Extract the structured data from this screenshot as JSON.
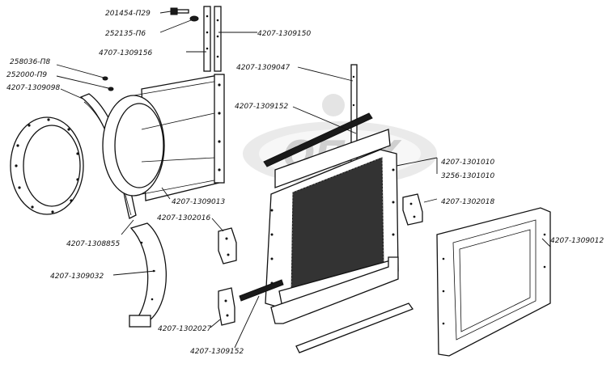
{
  "parts": [
    {
      "id": "bolt",
      "label": "201454-П29"
    },
    {
      "id": "washer",
      "label": "252135-П6"
    },
    {
      "id": "strut-upper-right",
      "label": "4207-1309150"
    },
    {
      "id": "strut-upper-left",
      "label": "4707-1309156"
    },
    {
      "id": "washer-small",
      "label": "258036-П8"
    },
    {
      "id": "nut-small",
      "label": "252000-П9"
    },
    {
      "id": "seal",
      "label": "4207-1309098"
    },
    {
      "id": "side-strut",
      "label": "4207-1309047"
    },
    {
      "id": "top-bar",
      "label": "4207-1309152"
    },
    {
      "id": "radiator-1",
      "label": "4207-1301010"
    },
    {
      "id": "radiator-2",
      "label": "3256-1301010"
    },
    {
      "id": "shroud",
      "label": "4207-1309013"
    },
    {
      "id": "bracket-mid",
      "label": "4207-1302016"
    },
    {
      "id": "bracket-right",
      "label": "4207-1302018"
    },
    {
      "id": "ring-clamp",
      "label": "4207-1308855"
    },
    {
      "id": "shroud-frame",
      "label": "4207-1309012"
    },
    {
      "id": "lower-half",
      "label": "4207-1309032"
    },
    {
      "id": "bracket-low",
      "label": "4207-1302027"
    },
    {
      "id": "bottom-bar",
      "label": "4207-1309152"
    }
  ],
  "watermark": "ОПЕХ"
}
